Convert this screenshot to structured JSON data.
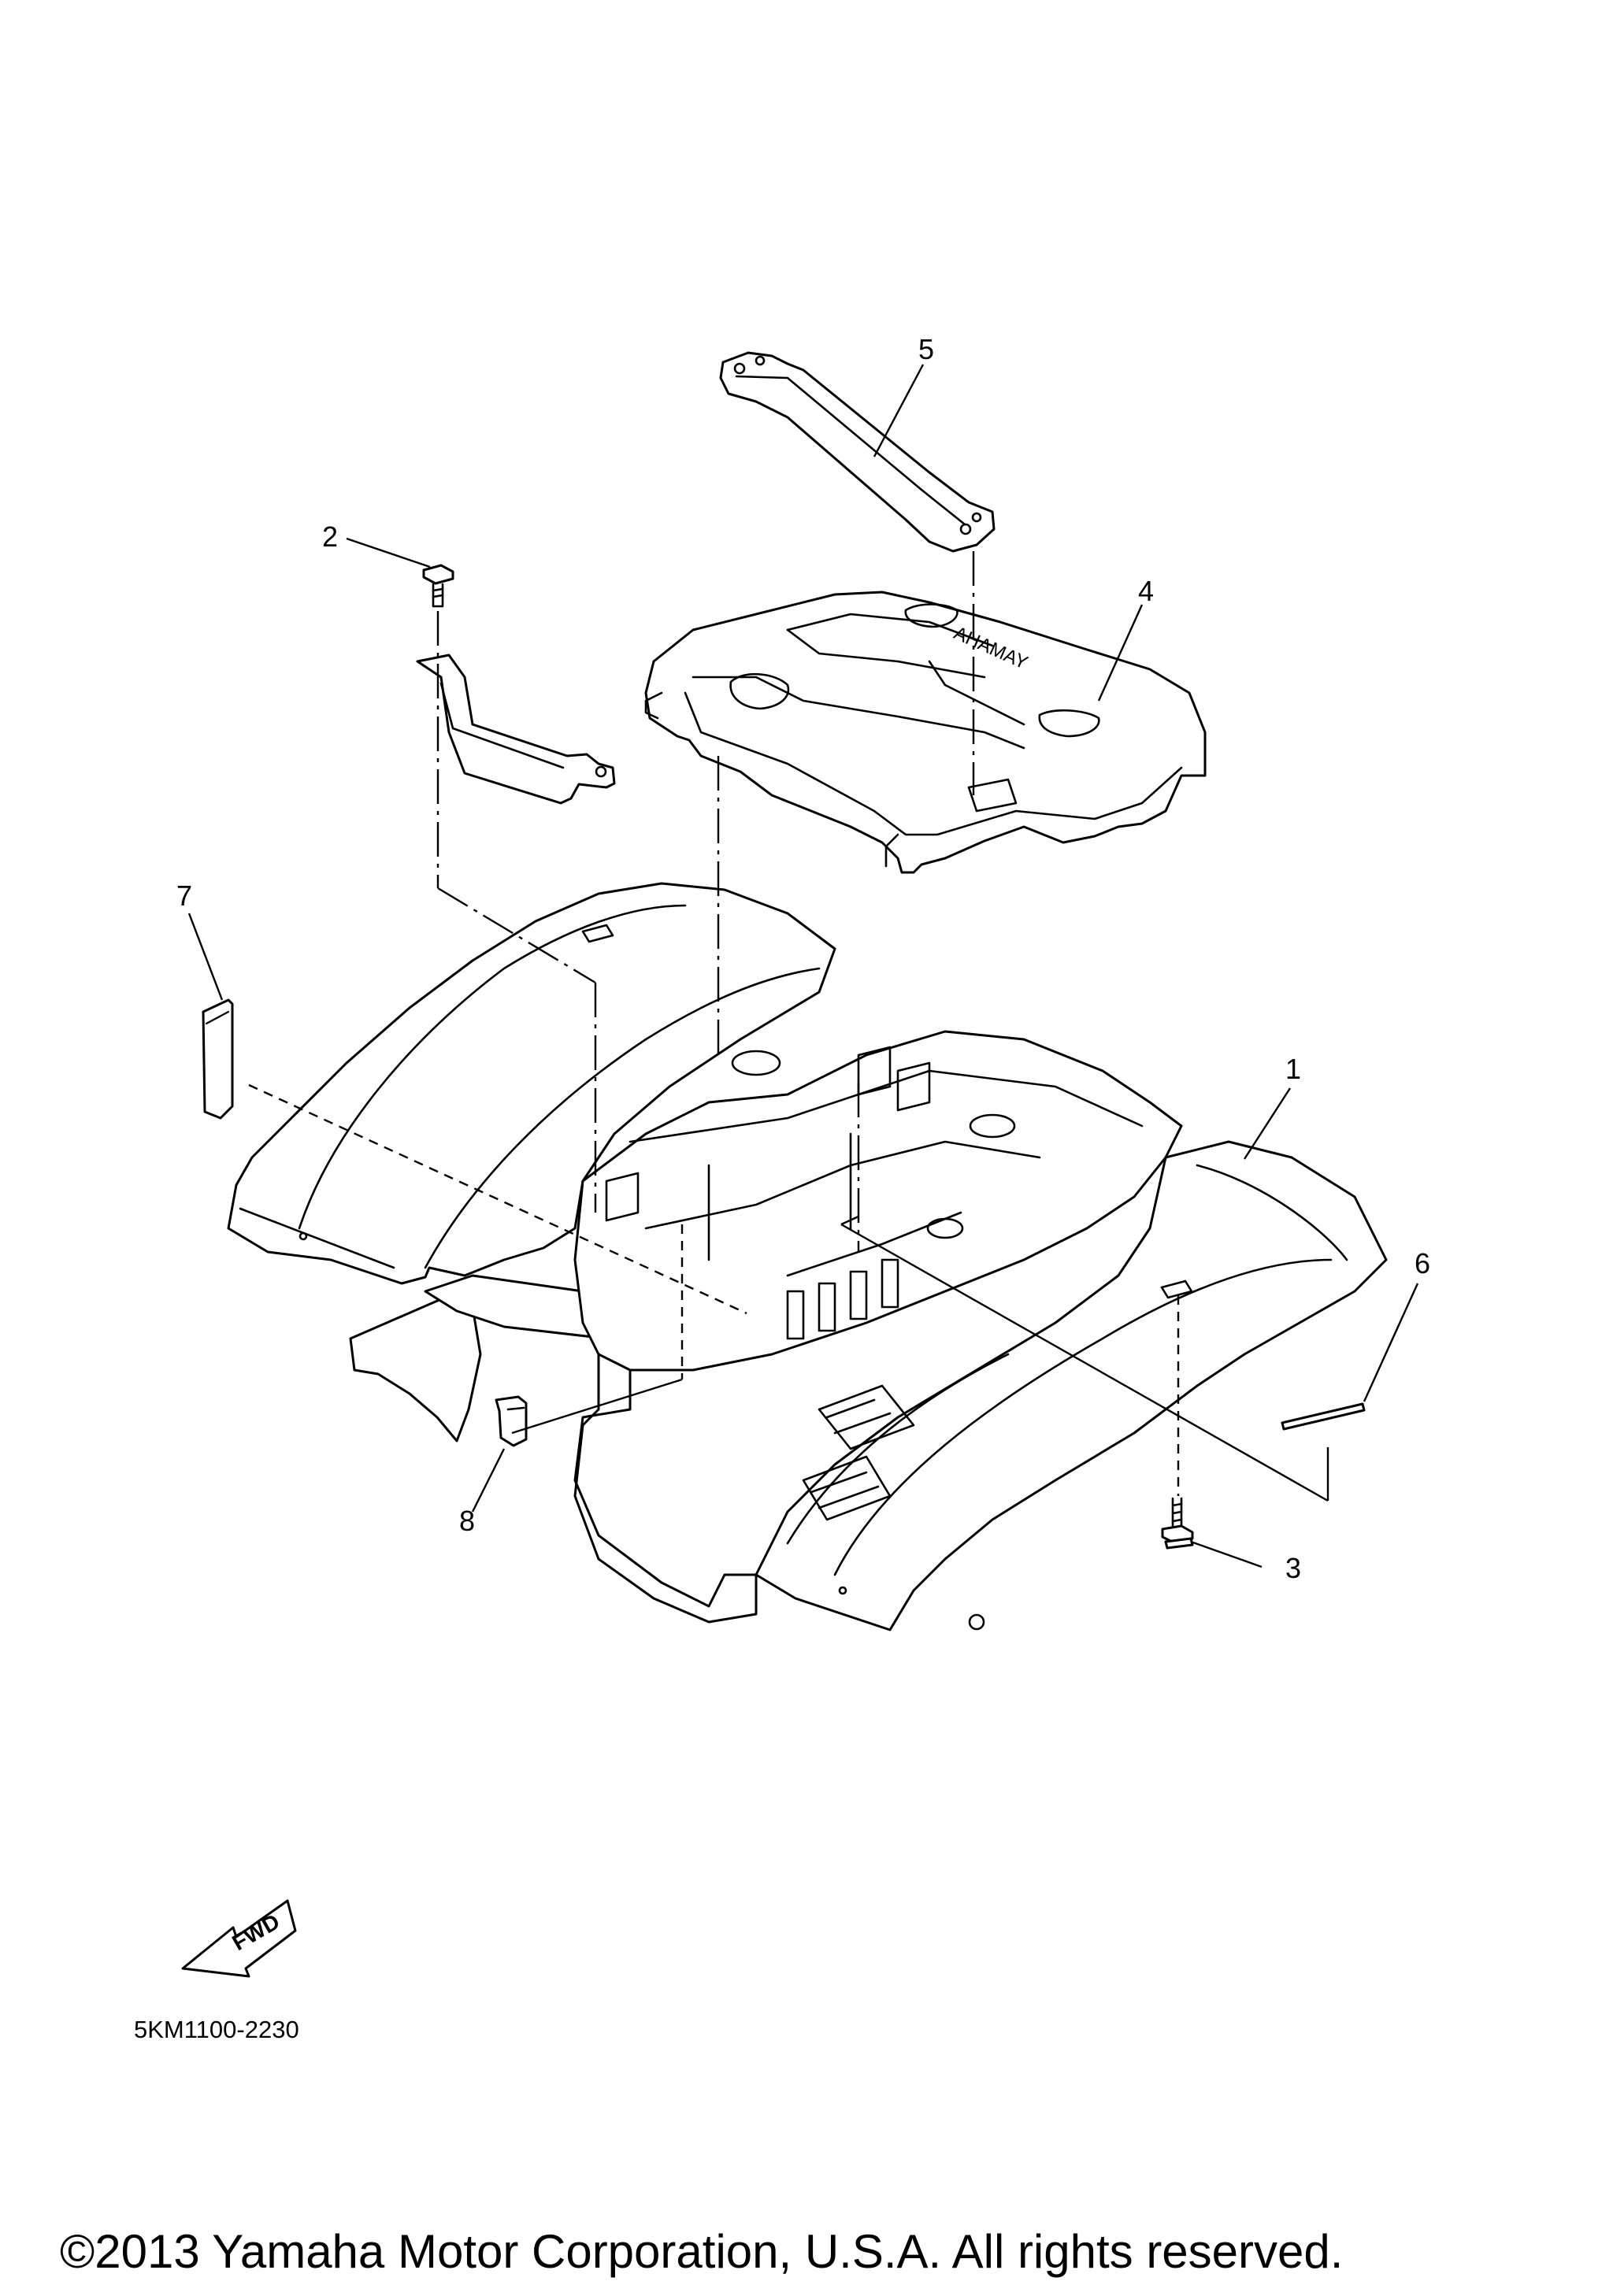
{
  "callouts": {
    "p1": "1",
    "p2": "2",
    "p3": "3",
    "p4": "4",
    "p5": "5",
    "p6": "6",
    "p7": "7",
    "p8": "8"
  },
  "carrier_brand": "YAMAHA",
  "fwd_label": "FWD",
  "diagram_code": "5KM1100-2230",
  "copyright": "©2013 Yamaha Motor Corporation, U.S.A. All rights reserved."
}
